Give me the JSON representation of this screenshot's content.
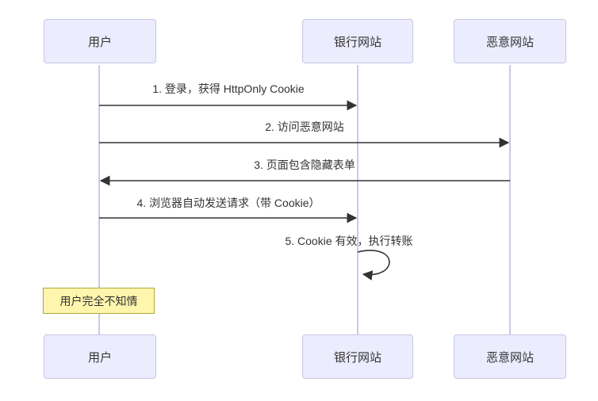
{
  "diagram": {
    "type": "sequence-diagram",
    "topic": "CSRF attack flow",
    "actors": [
      {
        "id": "user",
        "label": "用户"
      },
      {
        "id": "bank",
        "label": "银行网站"
      },
      {
        "id": "evil",
        "label": "恶意网站"
      }
    ],
    "messages": [
      {
        "seq": 1,
        "label": "1. 登录，获得 HttpOnly Cookie",
        "from": "用户",
        "to": "银行网站",
        "line": "solid",
        "arrow": "filled"
      },
      {
        "seq": 2,
        "label": "2. 访问恶意网站",
        "from": "用户",
        "to": "恶意网站",
        "line": "solid",
        "arrow": "filled"
      },
      {
        "seq": 3,
        "label": "3. 页面包含隐藏表单",
        "from": "恶意网站",
        "to": "用户",
        "line": "solid",
        "arrow": "filled"
      },
      {
        "seq": 4,
        "label": "4. 浏览器自动发送请求（带 Cookie）",
        "from": "用户",
        "to": "银行网站",
        "line": "solid",
        "arrow": "filled"
      },
      {
        "seq": 5,
        "label": "5. Cookie 有效，执行转账",
        "from": "银行网站",
        "to": "银行网站",
        "line": "solid",
        "arrow": "filled",
        "self": true
      }
    ],
    "note": {
      "label": "用户完全不知情",
      "position": "over",
      "actor": "用户"
    },
    "colors": {
      "actor_fill": "#ECECFF",
      "actor_border": "#c9c5e0",
      "lifeline": "#ccc8ec",
      "note_fill": "#fff5ad",
      "note_border": "#aaaa33",
      "line": "#333333",
      "text": "#333333",
      "background": "#ffffff"
    }
  }
}
